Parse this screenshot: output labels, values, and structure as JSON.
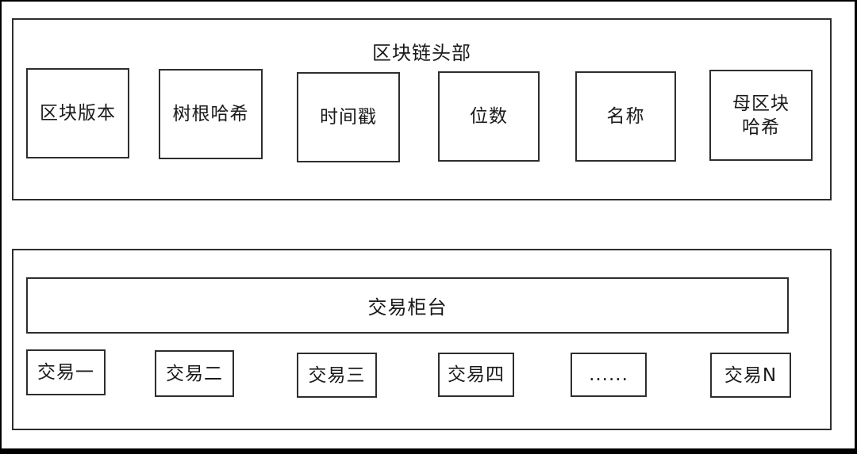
{
  "diagram": {
    "header_section": {
      "title": "区块链头部",
      "fields": [
        "区块版本",
        "树根哈希",
        "时间戳",
        "位数",
        "名称",
        "母区块\n哈希"
      ]
    },
    "body_section": {
      "bar_label": "交易柜台",
      "transactions": [
        "交易一",
        "交易二",
        "交易三",
        "交易四",
        "......",
        "交易N"
      ]
    }
  },
  "colors": {
    "line": "#2e2e2e",
    "outer_border": "#000000",
    "background": "#ffffff",
    "text": "#1a1a1a"
  }
}
